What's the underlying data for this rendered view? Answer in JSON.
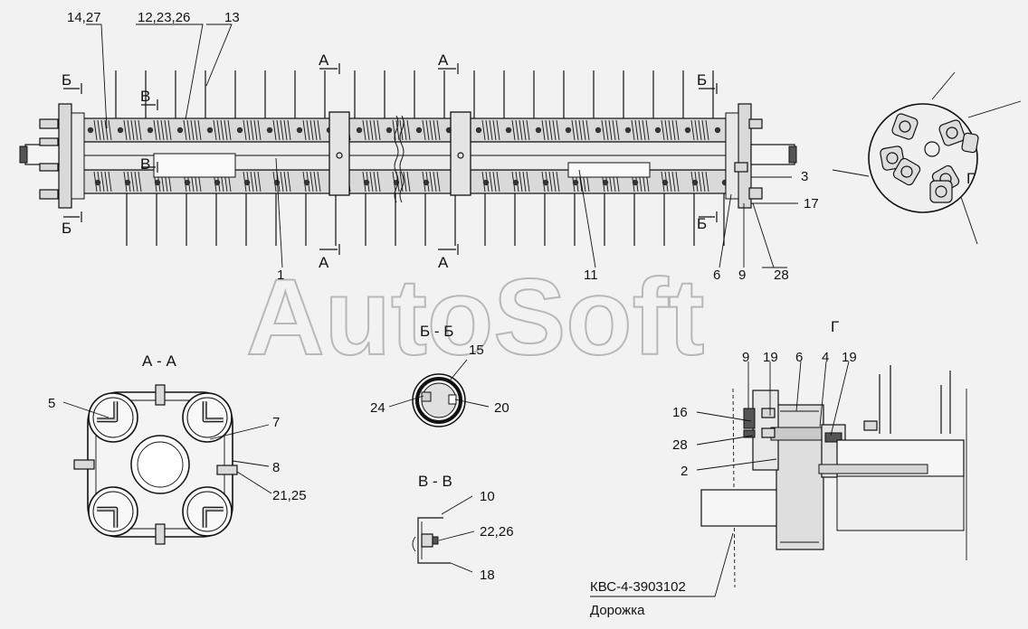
{
  "watermark": "AutoSoft",
  "document": {
    "code": "КВС-4-3903102",
    "name": "Дорожка"
  },
  "sections": {
    "aa": "А - А",
    "bb": "Б - Б",
    "vv": "В - В",
    "g": "Г"
  },
  "cut_marks": {
    "a": "А",
    "b": "Б",
    "v": "В",
    "g": "Г"
  },
  "callouts": {
    "p14_27": "14,27",
    "p12_23_26": "12,23,26",
    "p13": "13",
    "p3": "3",
    "p17": "17",
    "p1": "1",
    "p11": "11",
    "p6": "6",
    "p9": "9",
    "p28": "28",
    "p15": "15",
    "p24": "24",
    "p20": "20",
    "p5": "5",
    "p7": "7",
    "p8": "8",
    "p21_25": "21,25",
    "p10": "10",
    "p22_26": "22,26",
    "p18": "18",
    "g9": "9",
    "g19a": "19",
    "g6": "6",
    "g4": "4",
    "g19b": "19",
    "g16": "16",
    "g28": "28",
    "g2": "2"
  }
}
